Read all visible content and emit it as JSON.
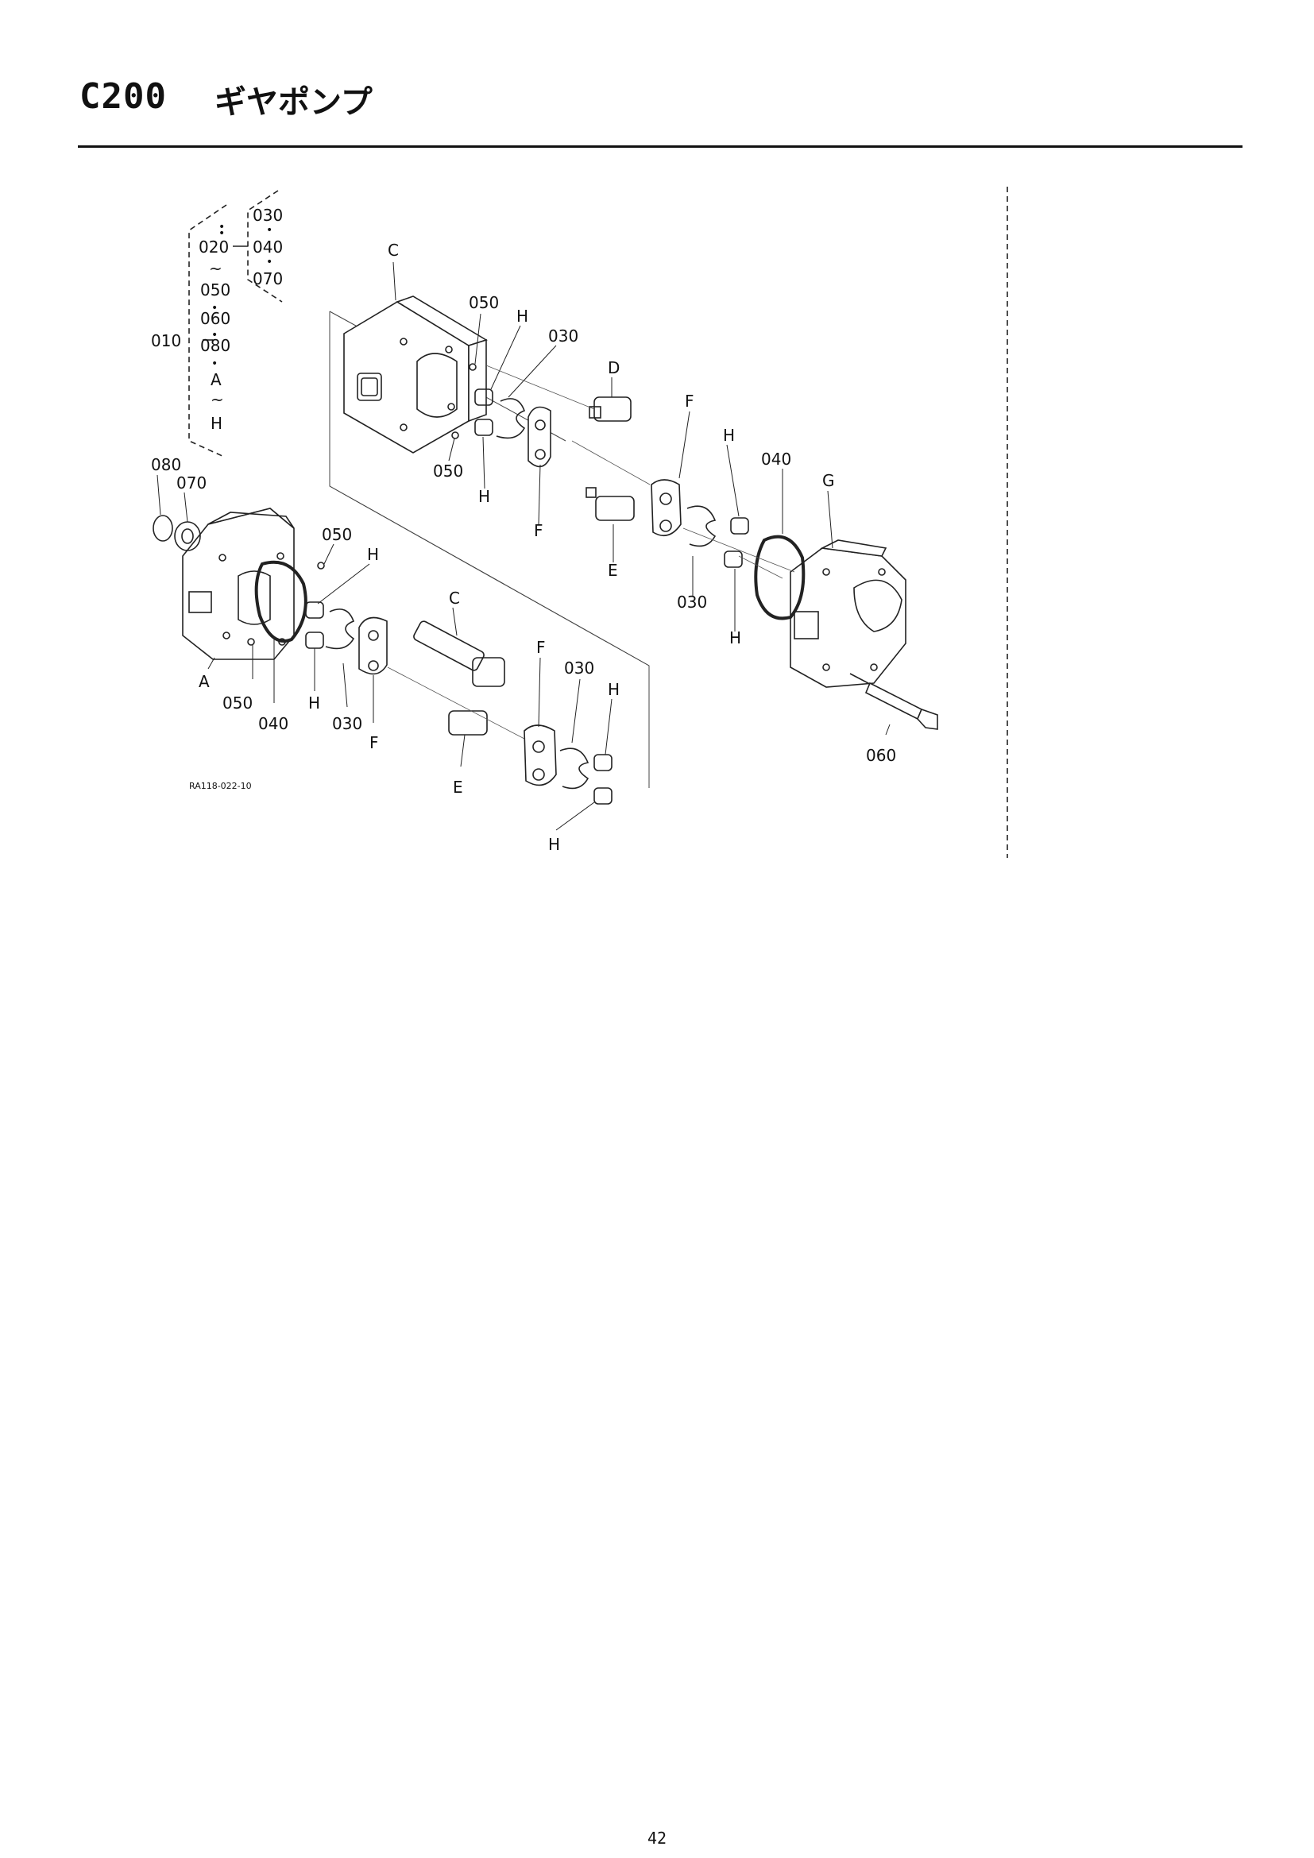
{
  "header": {
    "code": "C200",
    "title": "ギヤポンプ"
  },
  "diagram": {
    "drawing_no": "RA118-022-10",
    "bracket_labels": [
      "010",
      "020",
      "~",
      "050",
      "060",
      "080",
      "A",
      "~",
      "H",
      "030",
      "040",
      "070"
    ],
    "callouts": [
      "C",
      "050",
      "H",
      "030",
      "D",
      "F",
      "H",
      "040",
      "G",
      "050",
      "H",
      "F",
      "E",
      "030",
      "H",
      "080",
      "070",
      "050",
      "H",
      "C",
      "F",
      "030",
      "H",
      "A",
      "050",
      "040",
      "H",
      "030",
      "F",
      "E",
      "H",
      "060"
    ]
  },
  "footer": {
    "page_number": "42"
  }
}
